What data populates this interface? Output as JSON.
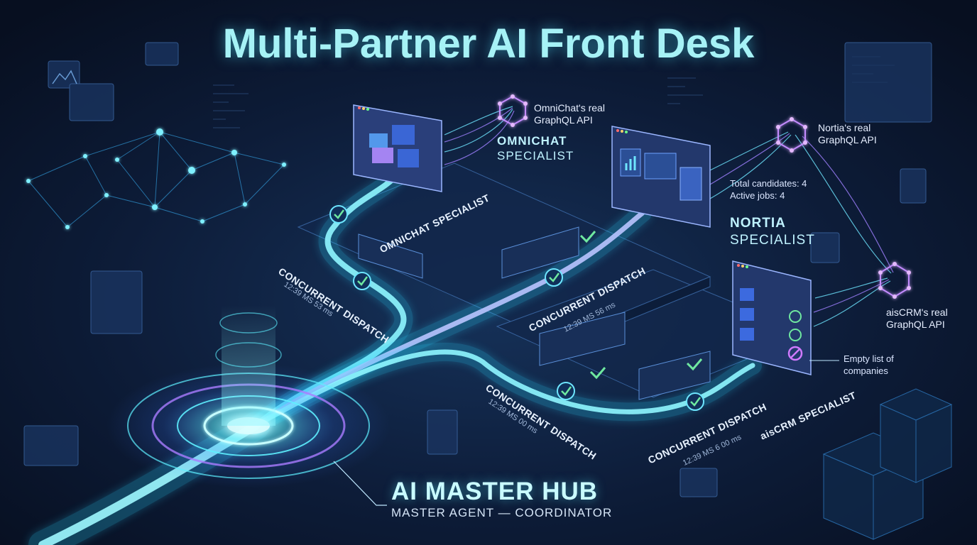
{
  "title": "Multi-Partner AI Front Desk",
  "hub": {
    "title": "AI MASTER HUB",
    "subtitle": "MASTER AGENT — COORDINATOR"
  },
  "specialists": {
    "omnichat": {
      "name_line1": "OMNICHAT",
      "name_line2": "SPECIALIST",
      "path_label": "OMNICHAT SPECIALIST",
      "api_line1": "OmniChat's real",
      "api_line2": "GraphQL API"
    },
    "nortia": {
      "name_line1": "NORTIA",
      "name_line2": "SPECIALIST",
      "api_line1": "Nortia's real",
      "api_line2": "GraphQL API",
      "stat_candidates": "Total candidates: 4",
      "stat_jobs": "Active jobs: 4"
    },
    "aiscrm": {
      "path_label": "aisCRM SPECIALIST",
      "api_line1": "aisCRM's real",
      "api_line2": "GraphQL API",
      "note_line1": "Empty list of",
      "note_line2": "companies"
    }
  },
  "dispatch": [
    {
      "label": "CONCURRENT DISPATCH",
      "time": "12:39 MS 53 ms"
    },
    {
      "label": "CONCURRENT DISPATCH",
      "time": "12:39 MS 56 ms"
    },
    {
      "label": "CONCURRENT DISPATCH",
      "time": "12:39 MS 00 ms"
    },
    {
      "label": "CONCURRENT DISPATCH",
      "time": "12:39 MS 6 00 ms"
    }
  ],
  "colors": {
    "background": "#0a1428",
    "cyan": "#5ef0ff",
    "purple": "#a97cff",
    "check": "#6fe8a0",
    "cancel": "#d07aff"
  }
}
